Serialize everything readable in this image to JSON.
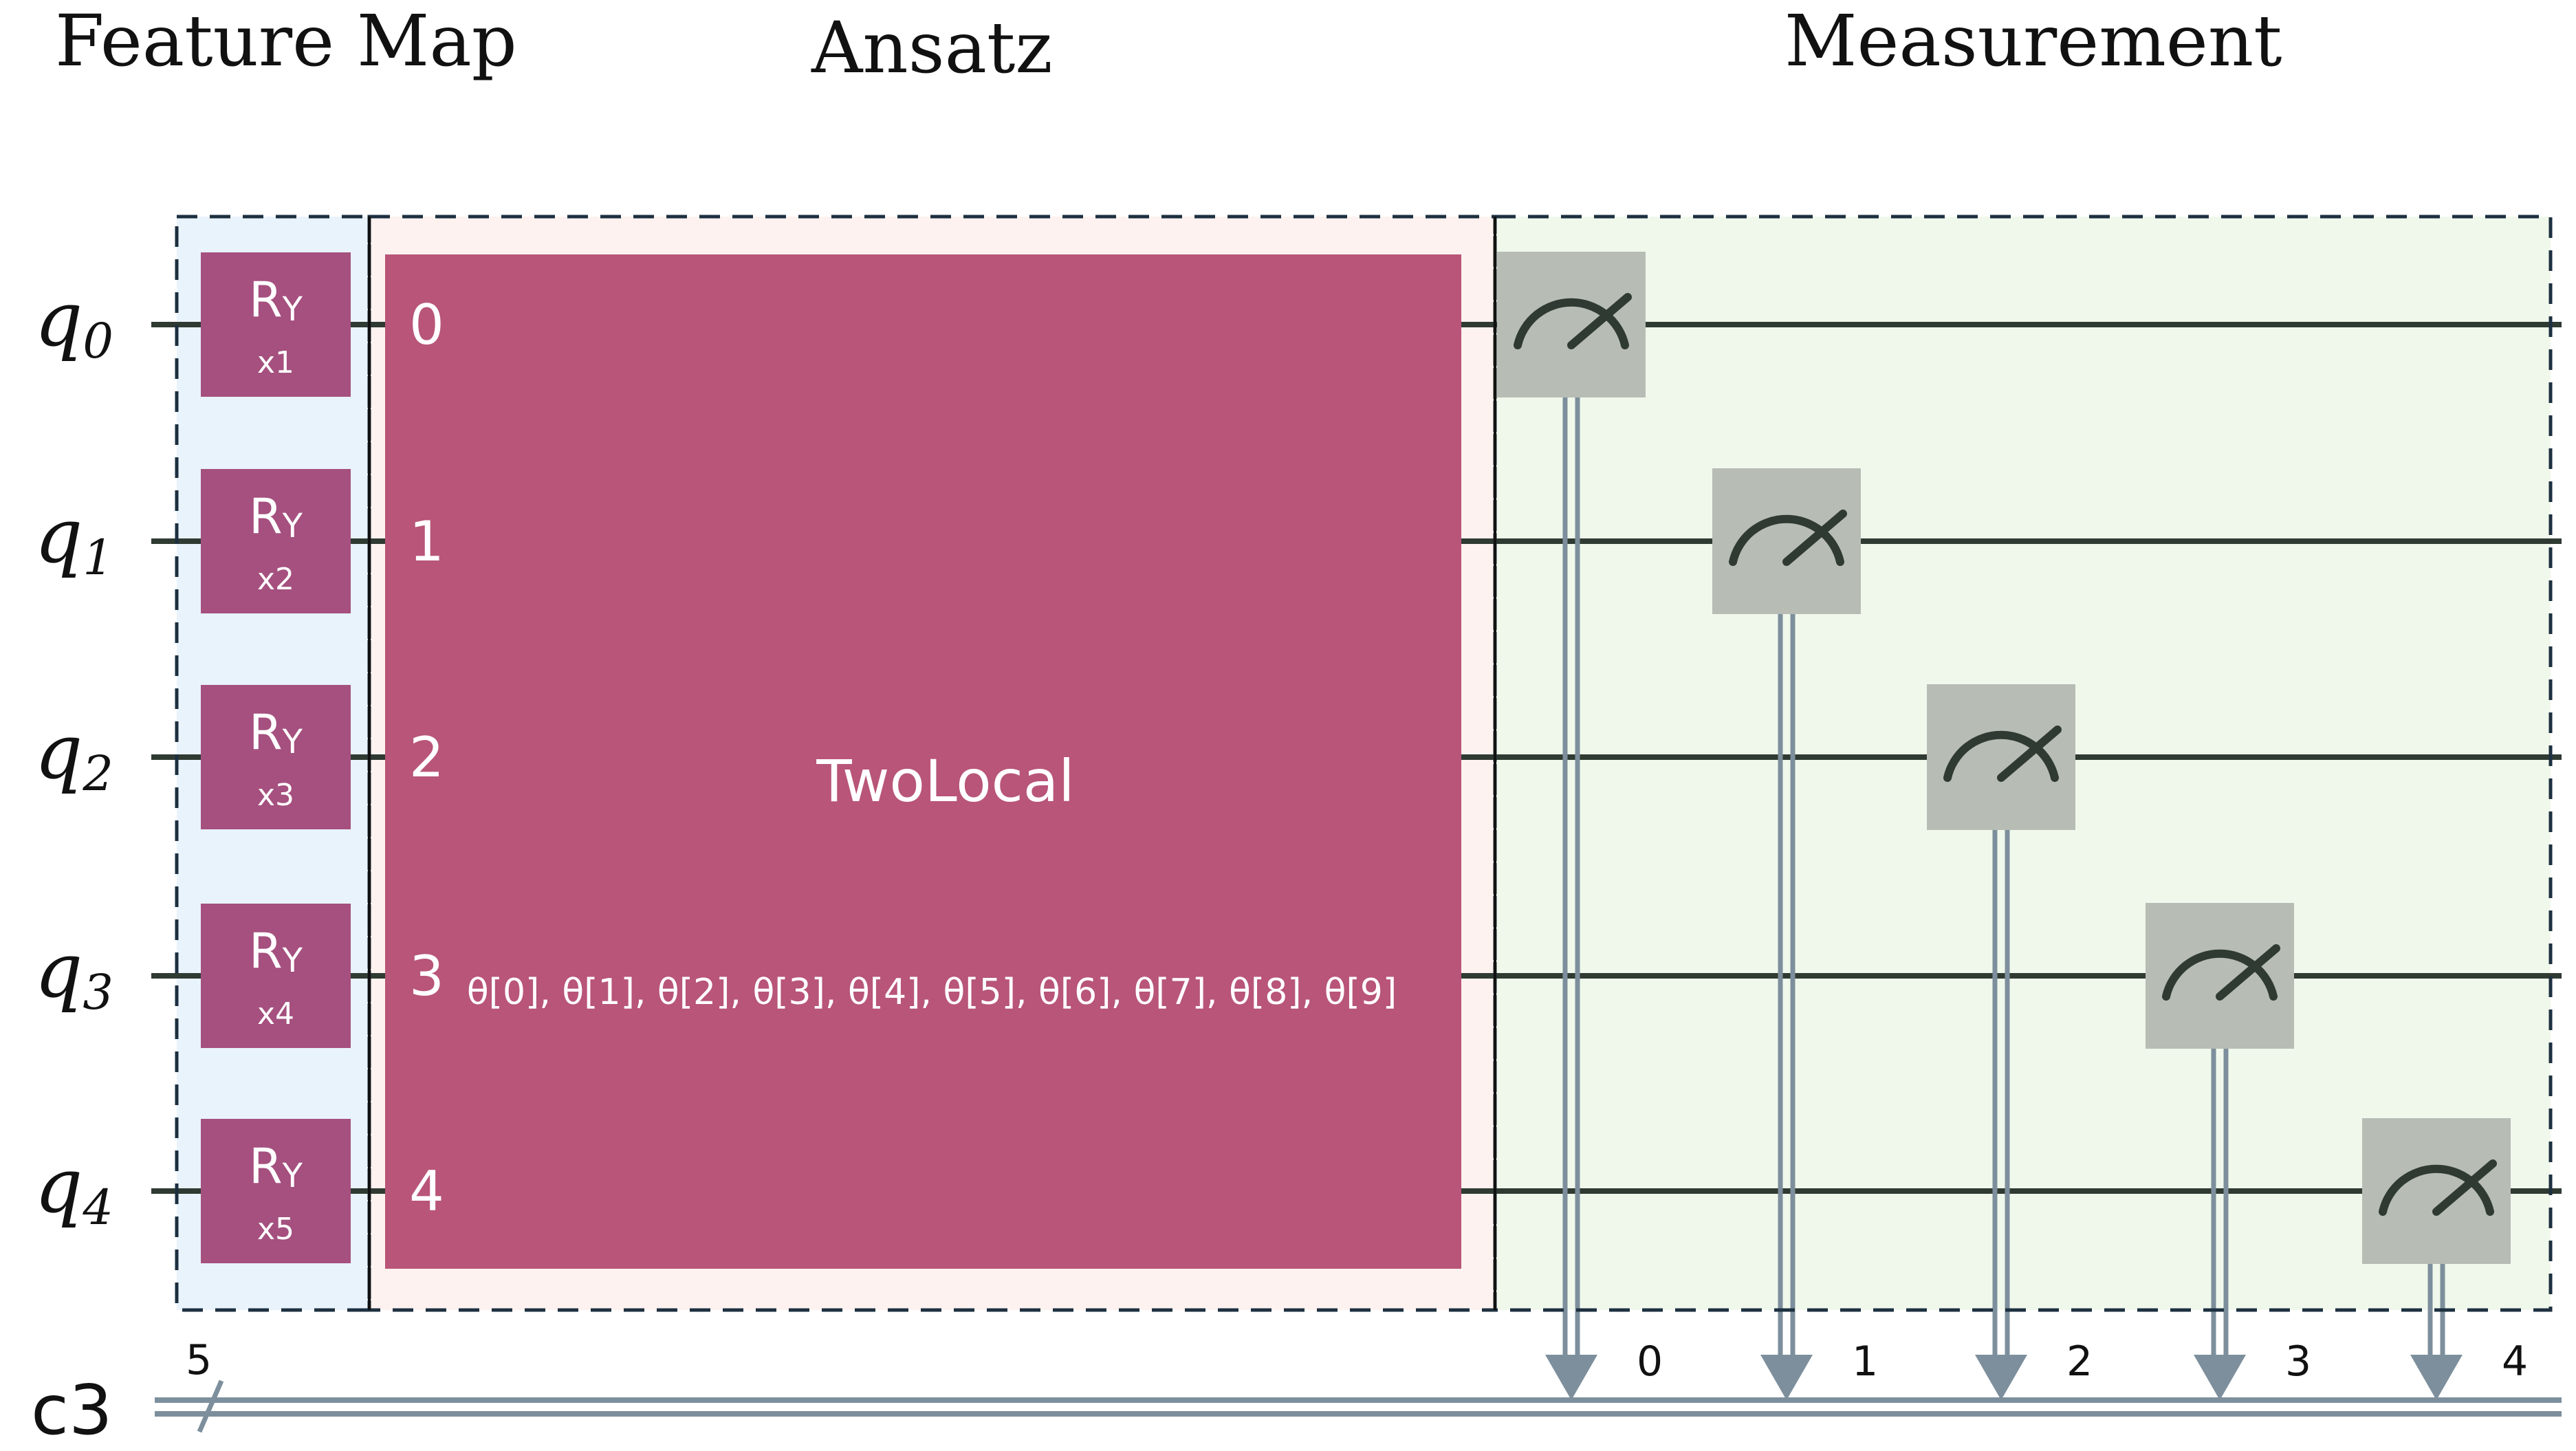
{
  "titles": {
    "feature_map": "Feature Map",
    "ansatz": "Ansatz",
    "measurement": "Measurement"
  },
  "qubits": [
    {
      "letter": "q",
      "index": "0",
      "gate_name": "R",
      "gate_sub": "Y",
      "param": "x1",
      "port": "0"
    },
    {
      "letter": "q",
      "index": "1",
      "gate_name": "R",
      "gate_sub": "Y",
      "param": "x2",
      "port": "1"
    },
    {
      "letter": "q",
      "index": "2",
      "gate_name": "R",
      "gate_sub": "Y",
      "param": "x3",
      "port": "2"
    },
    {
      "letter": "q",
      "index": "3",
      "gate_name": "R",
      "gate_sub": "Y",
      "param": "x4",
      "port": "3"
    },
    {
      "letter": "q",
      "index": "4",
      "gate_name": "R",
      "gate_sub": "Y",
      "param": "x5",
      "port": "4"
    }
  ],
  "ansatz": {
    "name": "TwoLocal",
    "params": "θ[0], θ[1], θ[2], θ[3], θ[4], θ[5], θ[6], θ[7], θ[8], θ[9]"
  },
  "classical_register": {
    "name": "c3",
    "width": "5",
    "bits": [
      "0",
      "1",
      "2",
      "3",
      "4"
    ]
  },
  "colors": {
    "feature_map_bg": "#e9f3fc",
    "ansatz_bg": "#fdf2ef",
    "measurement_bg": "#f0f8ec",
    "ry_gate": "#a5507f",
    "twolocal_gate": "#b85578",
    "measure_gate": "#b7bcb4",
    "wire": "#2f3a32",
    "classical_wire": "#7d8f9c",
    "dashed_border": "#1d3040"
  },
  "icons": {
    "measure": "meter-icon",
    "bus": "bus-slash-icon"
  }
}
